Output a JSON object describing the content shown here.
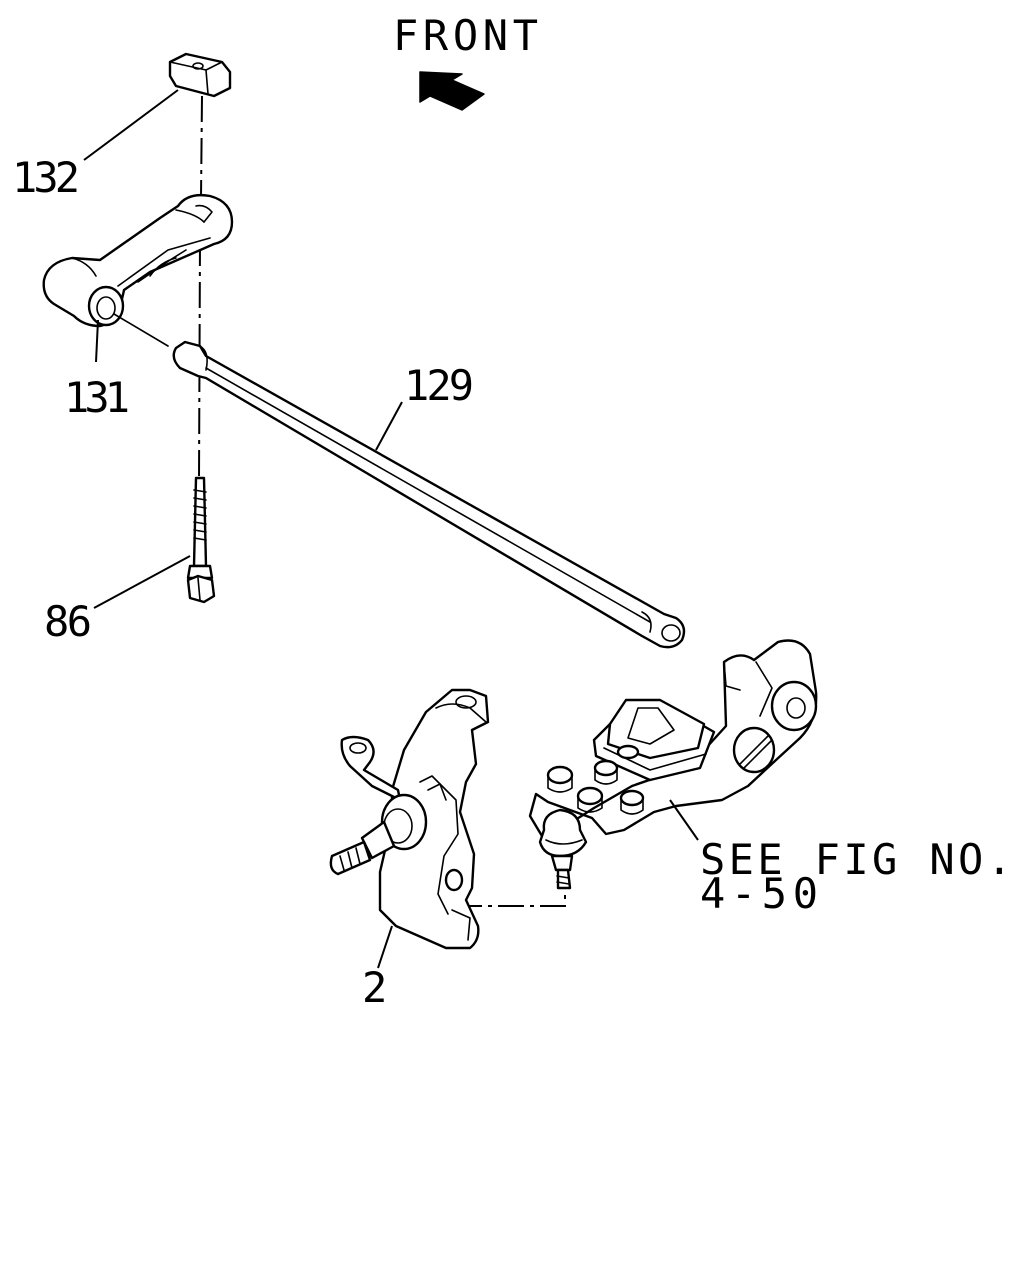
{
  "labels": {
    "front": "FRONT",
    "callout_132": "132",
    "callout_131": "131",
    "callout_129": "129",
    "callout_86": "86",
    "callout_2": "2",
    "see_fig_line1": "SEE FIG NO.",
    "see_fig_line2": "4-50"
  },
  "colors": {
    "ink": "#000000",
    "paper": "#ffffff"
  },
  "icons": {
    "direction": "front-arrow-icon"
  }
}
